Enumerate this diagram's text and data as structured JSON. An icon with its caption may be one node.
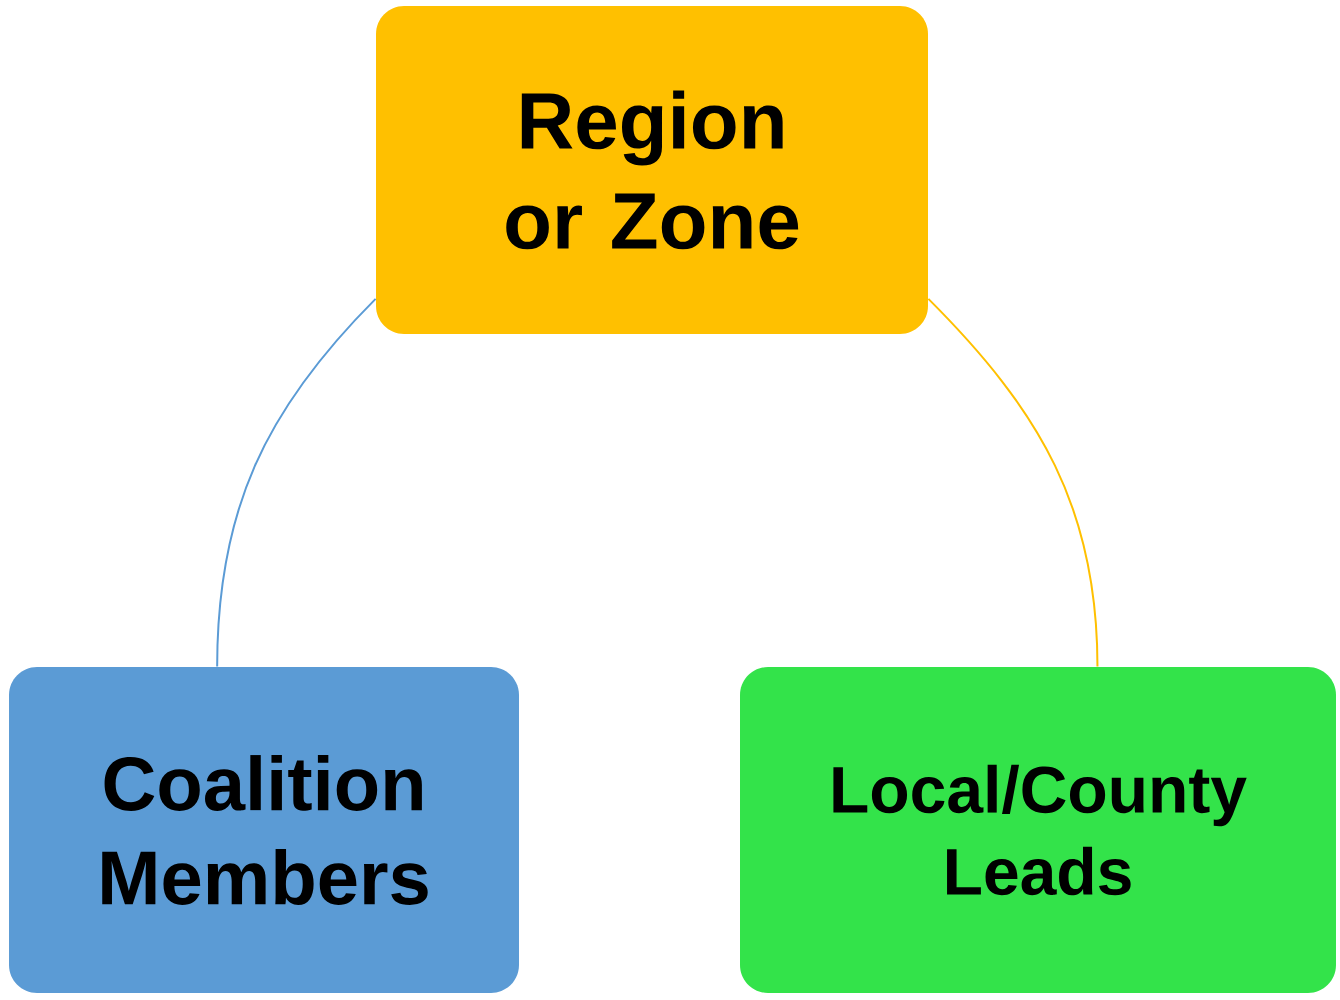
{
  "diagram": {
    "nodes": [
      {
        "text": [
          "Region or Zone"
        ]
      },
      {
        "text": [
          "Coalition Members"
        ]
      },
      {
        "text": [
          "Local/County Leads"
        ]
      }
    ],
    "edges": [
      {
        "from": 0,
        "to": 1,
        "arrow": "none",
        "color": "#5b9bd5"
      },
      {
        "from": 0,
        "to": 2,
        "arrow": "none",
        "color": "#ffc000"
      }
    ]
  }
}
